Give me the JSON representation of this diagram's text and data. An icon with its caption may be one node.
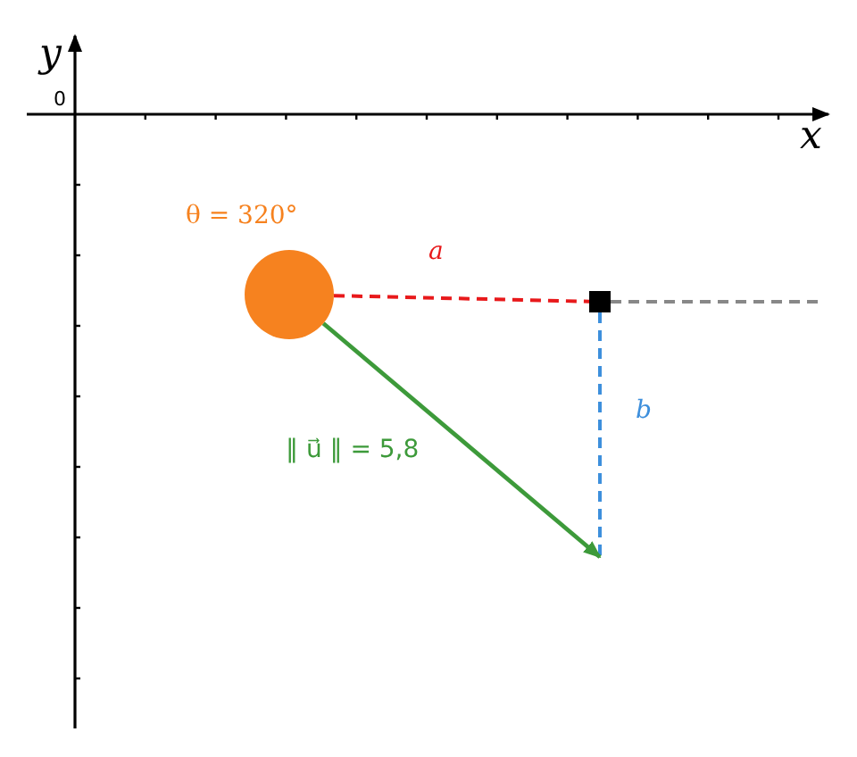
{
  "diagram": {
    "nodes": [
      {
        "text": [],
        "shape": "circle",
        "beside": [
          "θ = 320°"
        ]
      },
      {
        "text": [],
        "shape": "box"
      }
    ],
    "edges": [
      {
        "from": 0,
        "to": 1,
        "arrow": "none",
        "label": "a",
        "style": "dashed",
        "color": "#e8191b"
      },
      {
        "from": 1,
        "to": null,
        "arrow": "none",
        "style": "dashed",
        "color": "#888888"
      },
      {
        "from": 1,
        "to": null,
        "arrow": "none",
        "label": "b",
        "style": "dashed",
        "color": "#3d8fdc"
      },
      {
        "from": 0,
        "to": null,
        "arrow": "to",
        "label": "‖ u⃗ ‖ = 5,8",
        "color": "#3d9a3a"
      }
    ],
    "labels": [
      "y",
      "0",
      "x"
    ]
  }
}
